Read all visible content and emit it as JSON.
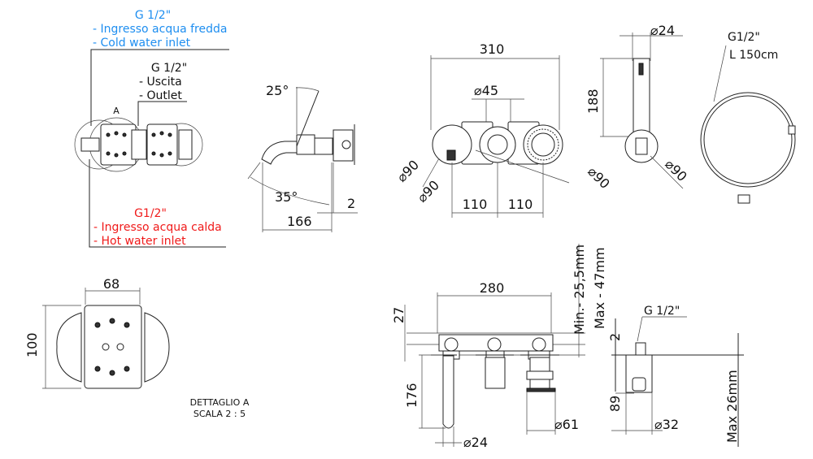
{
  "callouts": {
    "cold": {
      "thread": "G 1/2\"",
      "line1": "- Ingresso acqua fredda",
      "line2": "- Cold water inlet",
      "color": "#1e8ef0"
    },
    "outlet": {
      "thread": "G 1/2\"",
      "line1": "- Uscita",
      "line2": "- Outlet"
    },
    "hot": {
      "thread": "G1/2\"",
      "line1": "- Ingresso acqua calda",
      "line2": "- Hot water inlet",
      "color": "#f01a1a"
    },
    "detail_marker": "A"
  },
  "side_view": {
    "angle_top": "25°",
    "angle_bottom": "35°",
    "offset": "2",
    "depth": "166"
  },
  "front_view": {
    "width": "310",
    "center_dia": "⌀45",
    "left_dia": "⌀90",
    "left_dia2": "⌀90",
    "spacing_left": "110",
    "spacing_right": "110",
    "right_dia": "⌀90"
  },
  "hand_shower": {
    "dia": "⌀24",
    "height": "188",
    "base_dia": "⌀90"
  },
  "hose": {
    "thread": "G1/2\"",
    "length": "L 150cm"
  },
  "detail": {
    "width": "68",
    "height": "100",
    "title": "DETTAGLIO A",
    "scale": "SCALA 2 : 5"
  },
  "top_view": {
    "width": "280",
    "depth": "27",
    "min_wall": "Min.- 25,5mm",
    "max_wall": "Max - 47mm",
    "spout_len": "176",
    "spout_dia": "⌀24",
    "handle_dia": "⌀61"
  },
  "holder_view": {
    "thread": "G 1/2\"",
    "offset": "2",
    "height": "89",
    "dia": "⌀32",
    "max_wall": "Max 26mm"
  }
}
